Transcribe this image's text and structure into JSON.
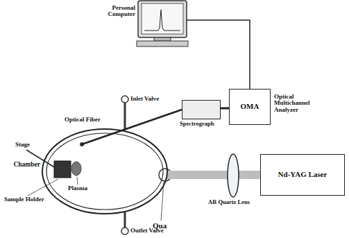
{
  "diagram": {
    "nodes": [
      {
        "text": [
          "Personal Computer"
        ]
      },
      {
        "text": [
          "Spectrograph"
        ]
      },
      {
        "text": [
          "OMA",
          "Optical Multichannel Analyzer"
        ]
      },
      {
        "text": [
          "Chamber"
        ]
      },
      {
        "text": [
          "AR Quartz Lens"
        ]
      },
      {
        "text": [
          "Nd-YAG Laser"
        ]
      }
    ],
    "edges": [
      {
        "from": 0,
        "to": 2,
        "arrow": "none"
      },
      {
        "from": 1,
        "to": 2,
        "arrow": "none"
      },
      {
        "from": 3,
        "to": 1,
        "label": "Optical Fiber",
        "arrow": "none"
      },
      {
        "from": 5,
        "to": 4,
        "arrow": "none"
      },
      {
        "from": 4,
        "to": 3,
        "arrow": "none"
      }
    ],
    "labels": [
      "Stage",
      "Inlet Valve",
      "Outlet Valve",
      "Sample Holder",
      "Plasma",
      "Qua"
    ]
  }
}
